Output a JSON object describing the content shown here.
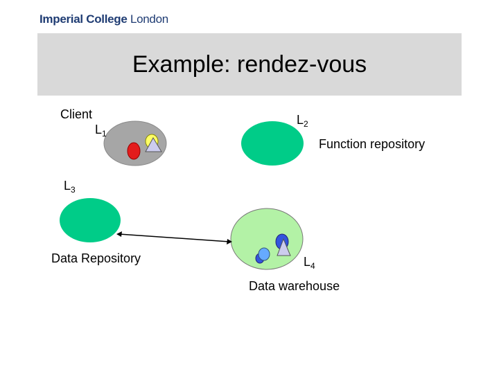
{
  "header": {
    "logo_bold": "Imperial College",
    "logo_light": "London",
    "title": "Example: rendez-vous"
  },
  "labels": {
    "client": "Client",
    "l1_main": "L",
    "l1_sub": "1",
    "l2_main": "L",
    "l2_sub": "2",
    "function_repository": "Function repository",
    "l3_main": "L",
    "l3_sub": "3",
    "data_repository": "Data Repository",
    "l4_main": "L",
    "l4_sub": "4",
    "data_warehouse": "Data warehouse"
  },
  "colors": {
    "client_location": "#a6a6a6",
    "green_location": "#00cc88",
    "warehouse_location": "#b3f2a6",
    "red_agent": "#e31c1c",
    "yellow_agent": "#ffff66",
    "blue_agent": "#3355dd",
    "light_blue_agent": "#66aaff",
    "triangle": "#ccccee"
  }
}
